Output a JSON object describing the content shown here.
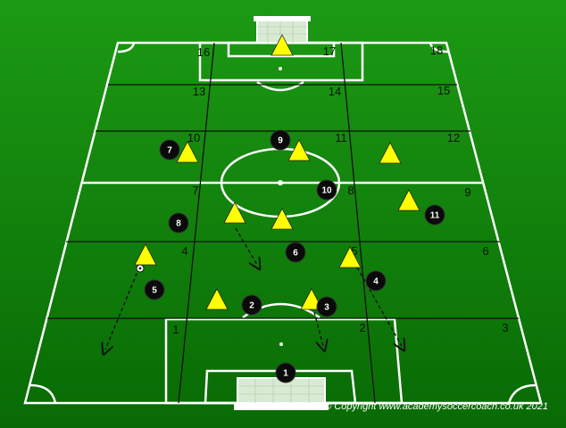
{
  "zone_numbers": [
    "1",
    "2",
    "3",
    "4",
    "5",
    "6",
    "7",
    "8",
    "9",
    "10",
    "11",
    "12",
    "13",
    "14",
    "15",
    "16",
    "17",
    "18"
  ],
  "black_players": [
    "1",
    "2",
    "3",
    "4",
    "5",
    "6",
    "7",
    "8",
    "9",
    "10",
    "11"
  ],
  "yellow_player_count": 11,
  "copyright": "© Copyright www.academysoccercoach.co.uk 2021",
  "colors": {
    "pitch_top": "#1c9a14",
    "pitch_bottom": "#0a6e06",
    "lines": "#ffffff",
    "zone_lines": "#101010",
    "black_player": "#0a0a0a",
    "yellow_player": "#ffff00"
  }
}
